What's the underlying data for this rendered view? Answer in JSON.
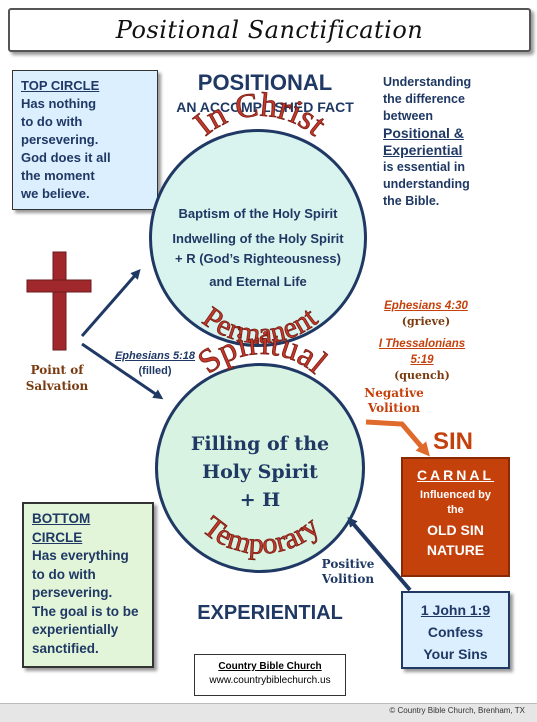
{
  "title": "Positional Sanctification",
  "top_box": {
    "heading": "TOP CIRCLE",
    "lines": [
      "Has nothing",
      "to do with",
      "persevering.",
      "God does it all",
      "the moment",
      "we believe."
    ]
  },
  "positional": {
    "heading": "POSITIONAL",
    "subheading": "AN ACCOMPLISHED FACT"
  },
  "right_note": {
    "line1": "Understanding",
    "line2": "the difference",
    "line3": "between",
    "emph1": "Positional &",
    "emph2": "Experiential",
    "line4": "is essential in",
    "line5": "understanding",
    "line6": "the Bible."
  },
  "top_circle": {
    "arc_top": "In Christ",
    "arc_bottom": "Permanent",
    "lines": [
      "Baptism of the Holy Spirit",
      "Indwelling of the Holy Spirit",
      "+ R (God’s Righteousness)",
      "and Eternal Life"
    ]
  },
  "cross_label": [
    "Point of",
    "Salvation"
  ],
  "ephesians_518": {
    "ref": "Ephesians 5:18",
    "note": "(filled)"
  },
  "ephesians_430": {
    "ref": "Ephesians 4:30",
    "note": "(grieve)"
  },
  "thess_519": {
    "ref": "I Thessalonians 5:19",
    "note": "(quench)"
  },
  "negative_volition": [
    "Negative",
    "Volition"
  ],
  "positive_volition": [
    "Positive",
    "Volition"
  ],
  "sin_label": "SIN",
  "bottom_circle": {
    "arc_top": "Spiritual",
    "arc_bottom": "Temporary",
    "lines": [
      "Filling of the",
      "Holy Spirit",
      "+ H"
    ]
  },
  "carnal_box": {
    "heading": "CARNAL",
    "line1": "Influenced by",
    "line2": "the",
    "line3": "OLD SIN",
    "line4": "NATURE"
  },
  "bottom_box": {
    "heading": "BOTTOM",
    "heading2": "CIRCLE",
    "lines": [
      "Has everything",
      "to do with",
      "persevering.",
      "The goal is to be",
      "experientially",
      "sanctified."
    ]
  },
  "experiential": "EXPERIENTIAL",
  "john_box": {
    "ref": "1 John 1:9",
    "line1": "Confess",
    "line2": "Your Sins"
  },
  "church_box": {
    "name": "Country Bible Church",
    "url": "www.countrybiblechurch.us"
  },
  "footer": "© Country Bible Church, Brenham, TX",
  "colors": {
    "navy": "#1f3864",
    "red": "#c0392b",
    "orange": "#c5410c",
    "cross": "#a0282c"
  }
}
